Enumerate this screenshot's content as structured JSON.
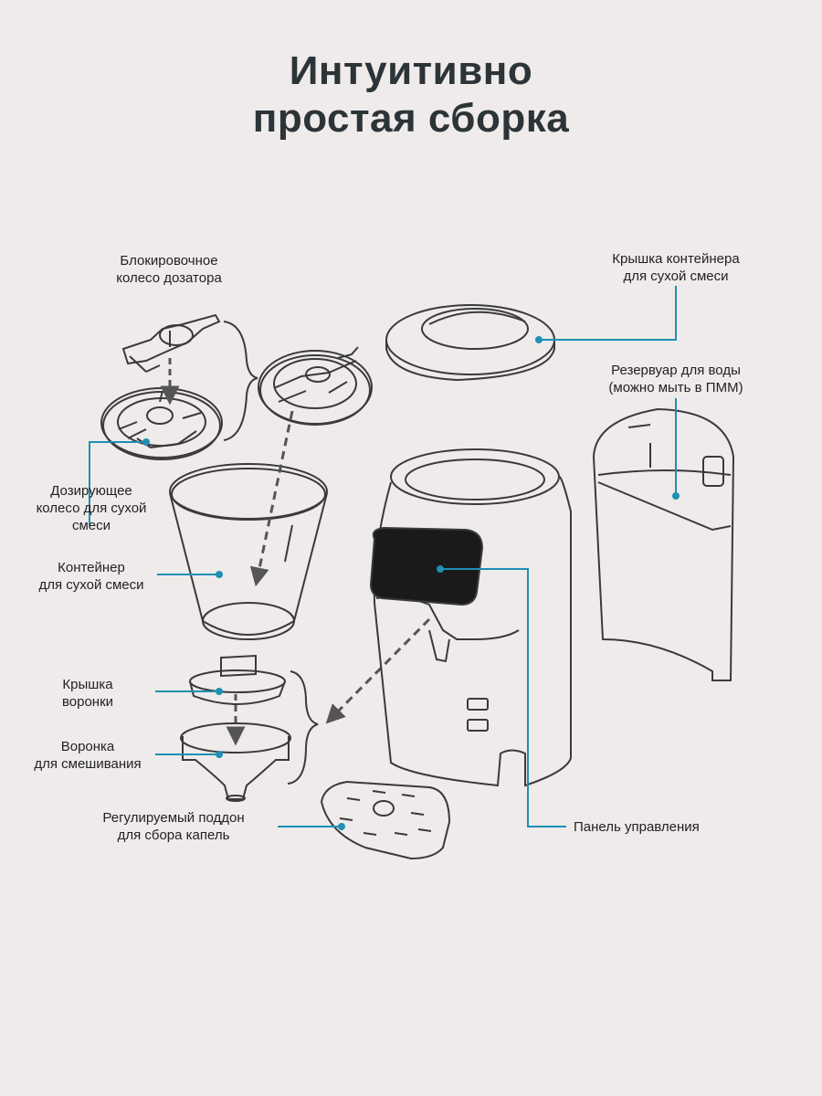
{
  "title": {
    "line1": "Интуитивно",
    "line2": "простая сборка"
  },
  "colors": {
    "background": "#efebea",
    "title": "#2c3438",
    "callout": "#1f8fb3",
    "outline": "#3a3a3a",
    "panel": "#1a1a1a"
  },
  "labels": {
    "lock_wheel": [
      "Блокировочное",
      "колесо дозатора"
    ],
    "container_lid": [
      "Крышка контейнера",
      "для сухой смеси"
    ],
    "water_tank": [
      "Резервуар для воды",
      "(можно мыть в ПММ)"
    ],
    "dosing_wheel": [
      "Дозирующее",
      "колесо для сухой",
      "смеси"
    ],
    "powder_container": [
      "Контейнер",
      "для сухой смеси"
    ],
    "funnel_lid": [
      "Крышка",
      "воронки"
    ],
    "mixing_funnel": [
      "Воронка",
      "для смешивания"
    ],
    "drip_tray": [
      "Регулируемый поддон",
      "для сбора капель"
    ],
    "control_panel": [
      "Панель управления"
    ]
  }
}
